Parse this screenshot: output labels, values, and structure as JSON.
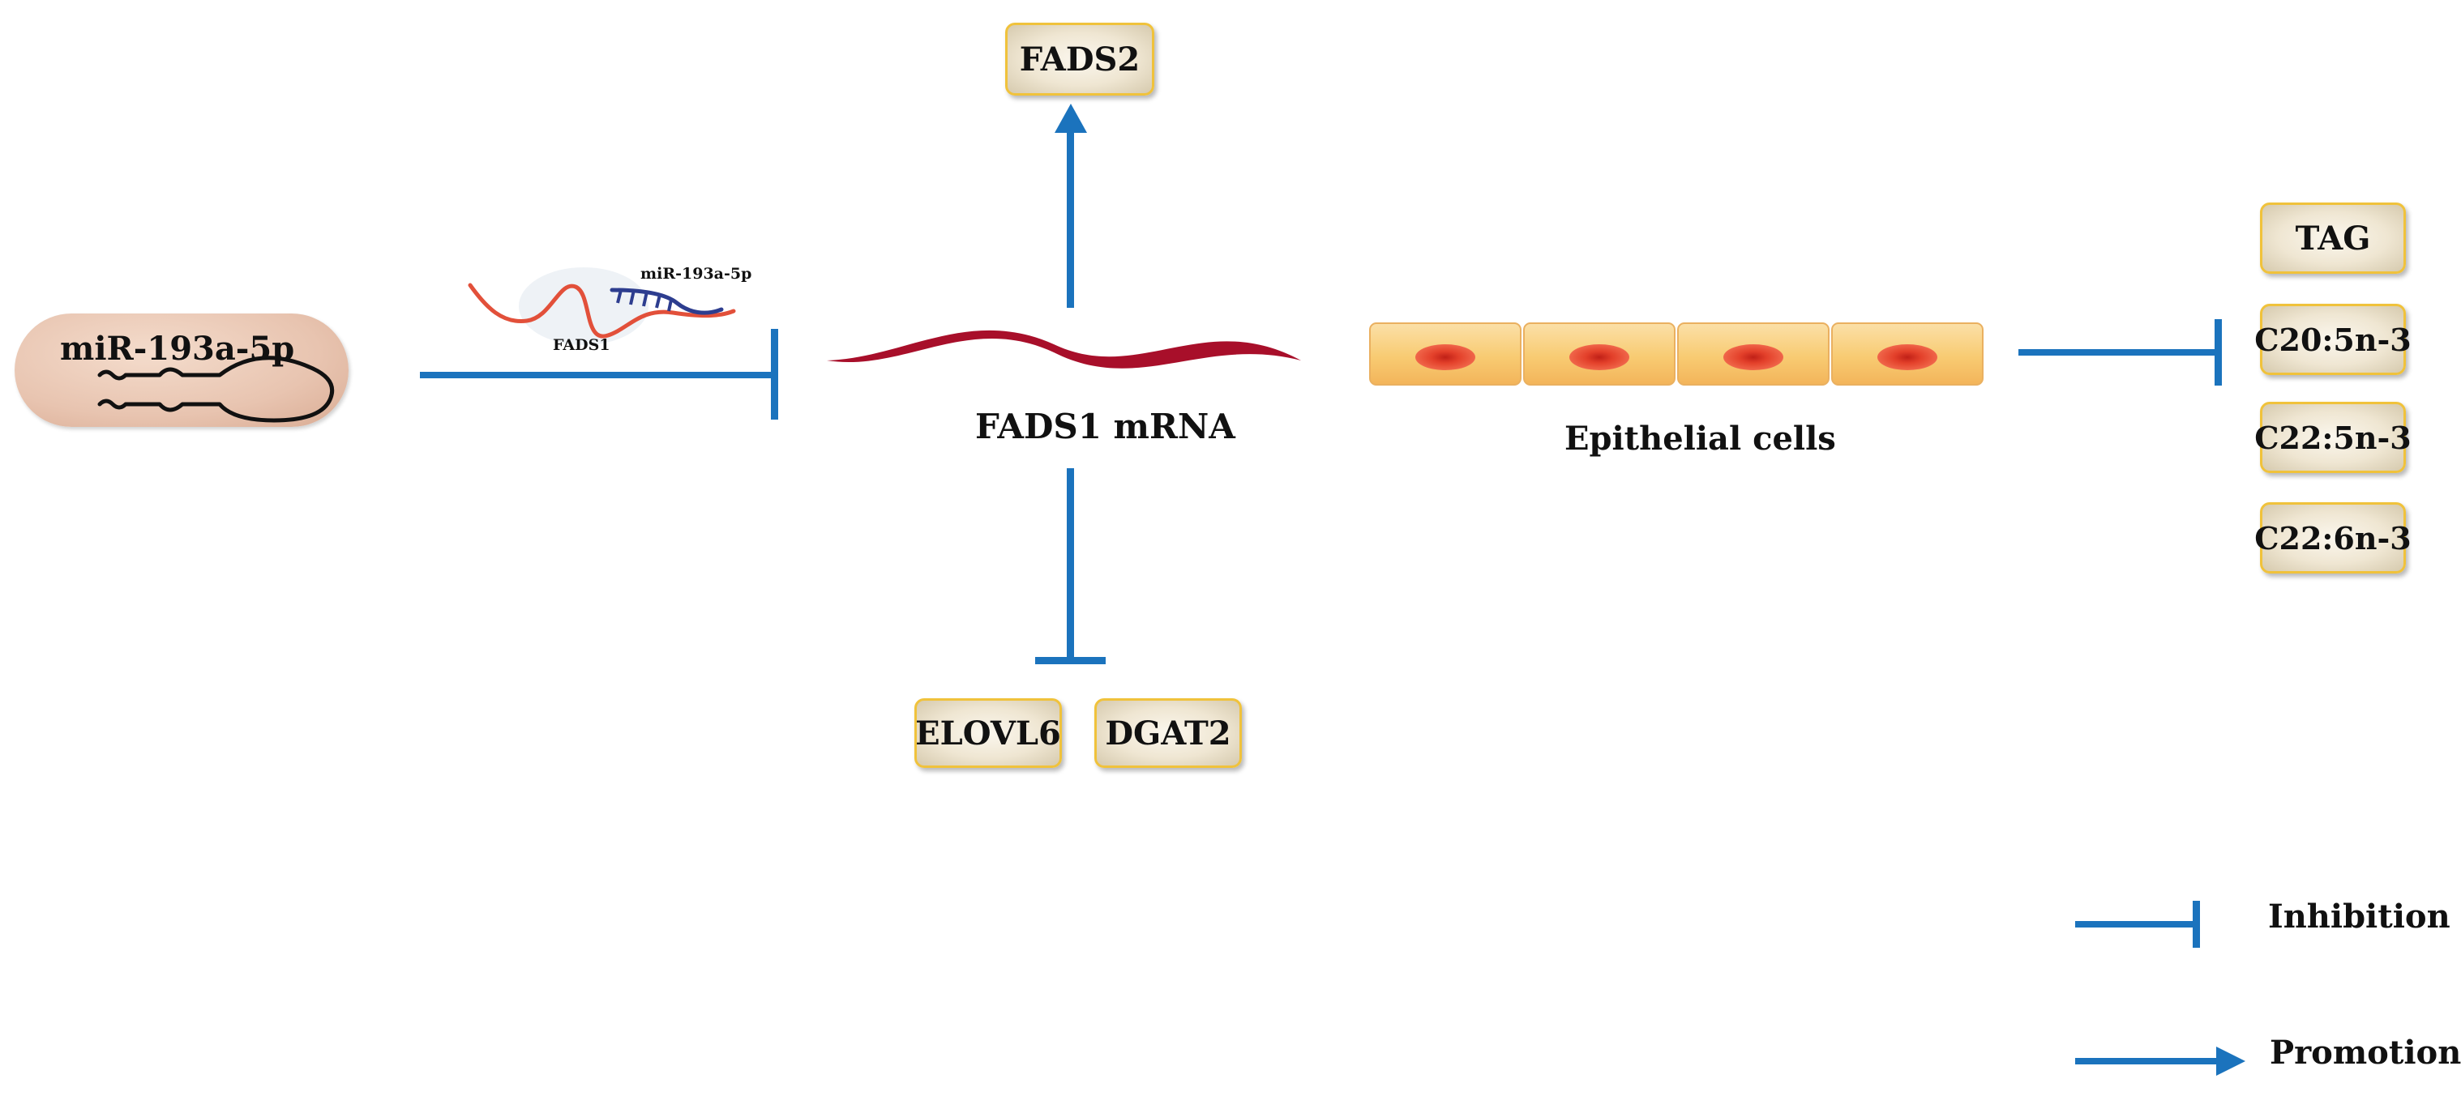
{
  "mirna": {
    "label": "miR-193a-5p"
  },
  "binding_inset": {
    "mirna_label": "miR-193a-5p",
    "mrna_label": "FADS1"
  },
  "mrna": {
    "label": "FADS1 mRNA"
  },
  "top_gene": {
    "label": "FADS2"
  },
  "bottom_genes": [
    {
      "label": "ELOVL6"
    },
    {
      "label": "DGAT2"
    }
  ],
  "cells": {
    "label": "Epithelial cells"
  },
  "lipids": [
    {
      "label": "TAG"
    },
    {
      "label": "C20:5n-3"
    },
    {
      "label": "C22:5n-3"
    },
    {
      "label": "C22:6n-3"
    }
  ],
  "legend": {
    "inhibition_label": "Inhibition",
    "promotion_label": "Promotion"
  },
  "colors": {
    "arrow": "#1b73bd",
    "box_border": "#f0c23b",
    "mrna": "#a80f2a",
    "mirna_pill": "#e8c4b0",
    "cell_body": "#f8cb72",
    "nucleus": "#e3402a"
  }
}
